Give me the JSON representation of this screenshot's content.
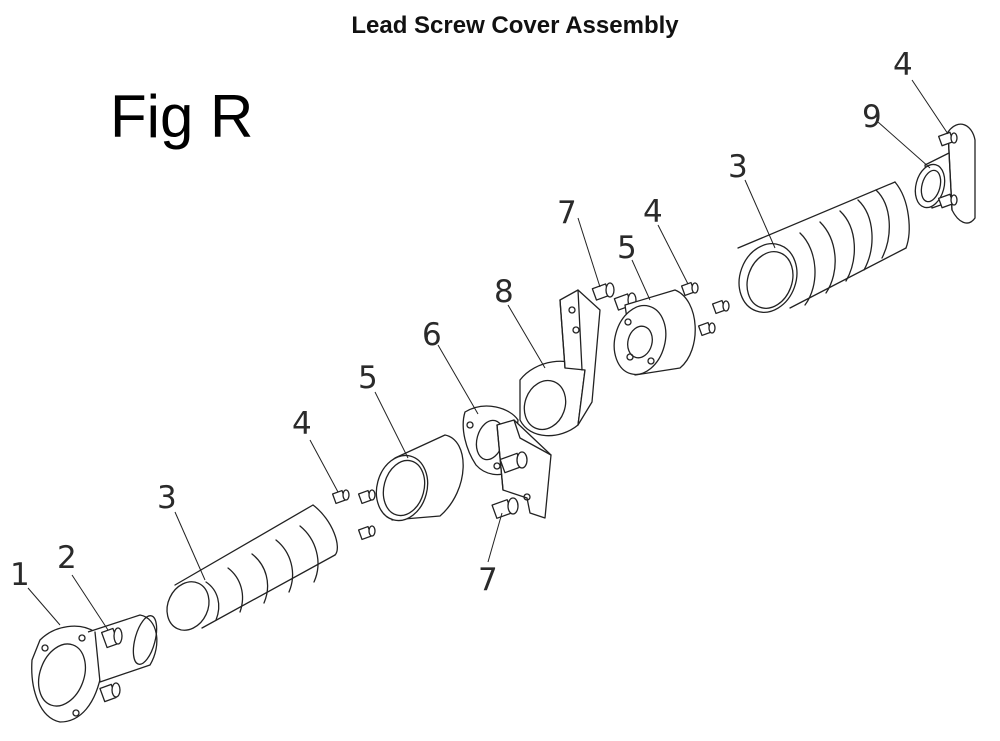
{
  "title": "Lead Screw Cover Assembly",
  "figure_label": "Fig R",
  "callouts": {
    "c1": "1",
    "c2": "2",
    "c3_left": "3",
    "c4_left": "4",
    "c5_left": "5",
    "c6": "6",
    "c7_lower": "7",
    "c8": "8",
    "c7_upper": "7",
    "c4_mid": "4",
    "c5_right": "5",
    "c3_right": "3",
    "c9": "9",
    "c4_right": "4"
  }
}
